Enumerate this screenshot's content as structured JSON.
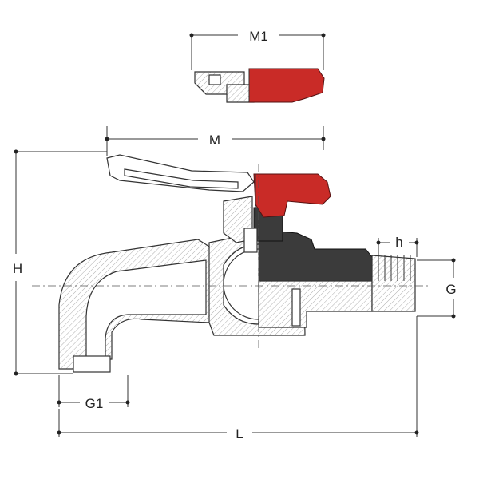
{
  "dimensions": {
    "m1": "M1",
    "m": "M",
    "h_upper": "H",
    "h_lower": "h",
    "g": "G",
    "g1": "G1",
    "l": "L"
  },
  "colors": {
    "handle_red": "#c92b27",
    "dark_part": "#3b3b3b",
    "line": "#333333"
  }
}
